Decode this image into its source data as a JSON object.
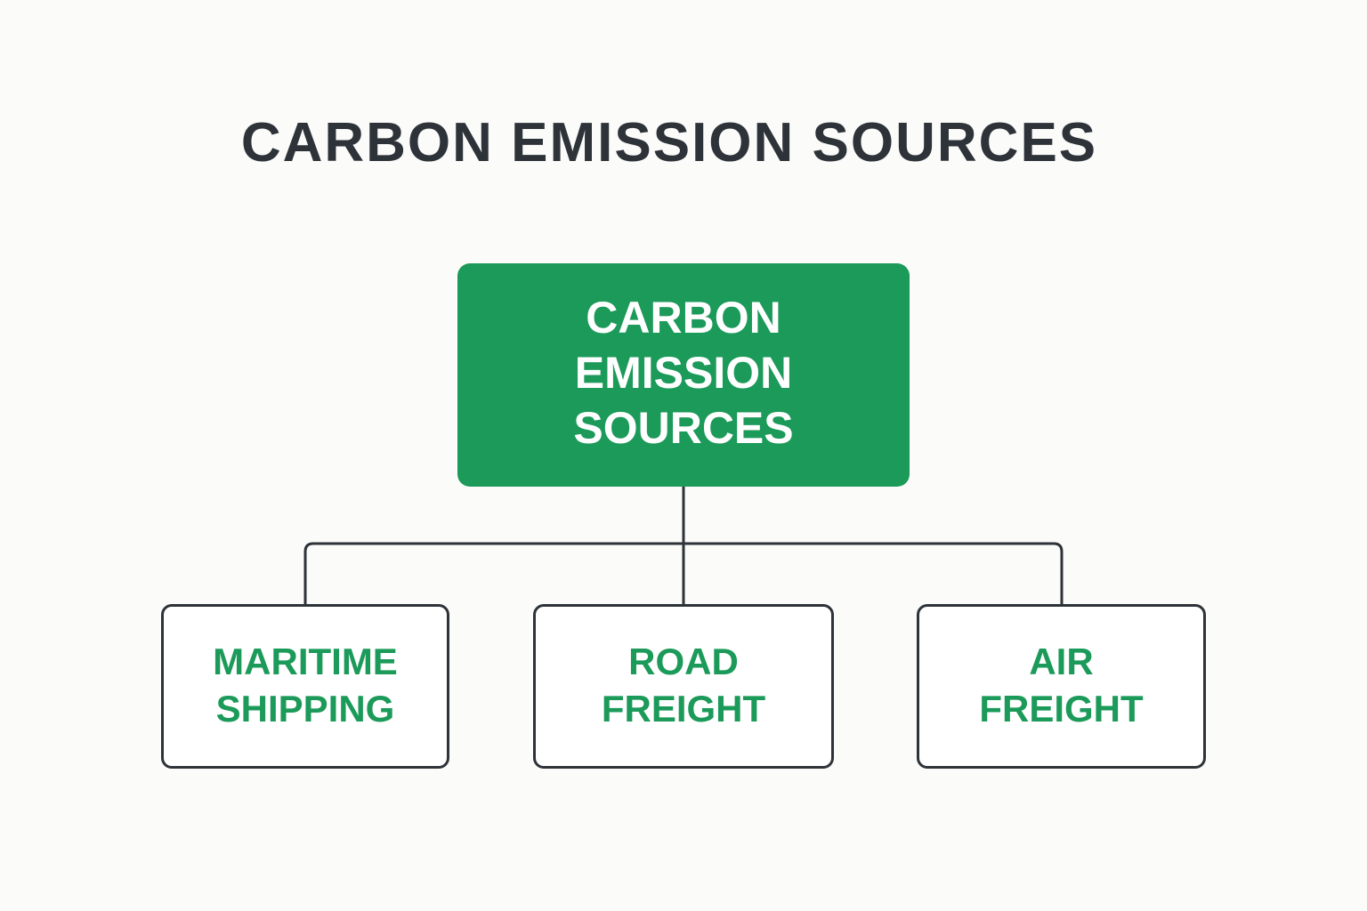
{
  "title": "CARBON EMISSION SOURCES",
  "colors": {
    "accent_green": "#1b9a59",
    "text_dark": "#2d3338",
    "background": "#fbfbfa",
    "node_fill": "#ffffff"
  },
  "diagram": {
    "root": {
      "label": "CARBON EMISSION SOURCES"
    },
    "children": [
      {
        "label": "MARITIME SHIPPING"
      },
      {
        "label": "ROAD FREIGHT"
      },
      {
        "label": "AIR FREIGHT"
      }
    ]
  }
}
